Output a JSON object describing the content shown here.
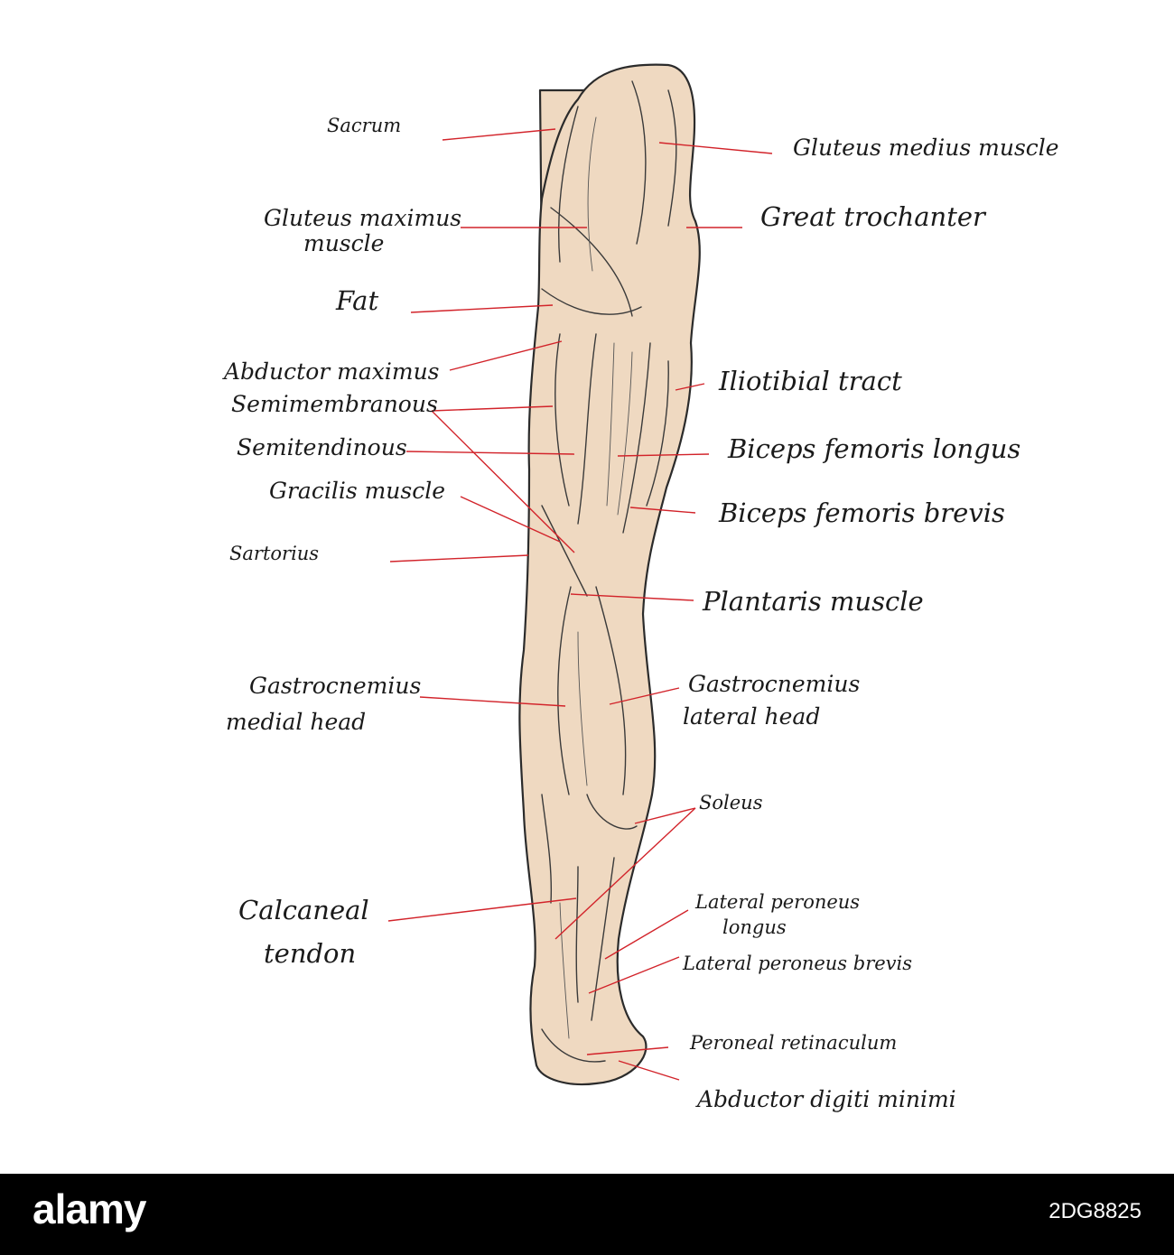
{
  "labels": {
    "sacrum": "Sacrum",
    "gluteus_medius": "Gluteus medius muscle",
    "gluteus_maximus_1": "Gluteus maximus",
    "gluteus_maximus_2": "muscle",
    "great_trochanter": "Great trochanter",
    "fat": "Fat",
    "abductor_maximus": "Abductor maximus",
    "iliotibial_tract": "Iliotibial tract",
    "semimembranous": "Semimembranous",
    "semitendinous": "Semitendinous",
    "biceps_longus": "Biceps femoris longus",
    "gracilis": "Gracilis muscle",
    "biceps_brevis": "Biceps femoris brevis",
    "sartorius": "Sartorius",
    "plantaris": "Plantaris muscle",
    "gastro_medial_1": "Gastrocnemius",
    "gastro_medial_2": "medial head",
    "gastro_lateral_1": "Gastrocnemius",
    "gastro_lateral_2": "lateral head",
    "soleus": "Soleus",
    "calcaneal_1": "Calcaneal",
    "calcaneal_2": "tendon",
    "peroneus_longus_1": "Lateral peroneus",
    "peroneus_longus_2": "longus",
    "peroneus_brevis": "Lateral peroneus brevis",
    "peroneal_retinaculum": "Peroneal retinaculum",
    "abductor_digiti": "Abductor digiti minimi"
  },
  "footer": {
    "brand": "alamy",
    "stock_id": "2DG8825"
  },
  "colors": {
    "skin": "#efd9c1",
    "leader": "#d2232a",
    "outline": "#2b2b2b",
    "footer_bg": "#000000"
  }
}
